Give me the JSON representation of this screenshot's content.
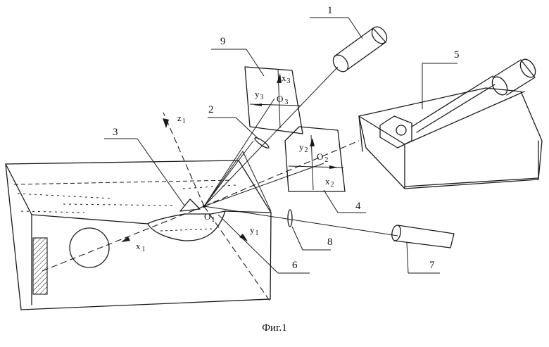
{
  "caption": "Фиг.1",
  "callouts": [
    "1",
    "2",
    "3",
    "4",
    "5",
    "6",
    "7",
    "8",
    "9"
  ],
  "axes": {
    "x1": {
      "base": "x",
      "sub": "1"
    },
    "y1": {
      "base": "y",
      "sub": "1"
    },
    "z1": {
      "base": "z",
      "sub": "1"
    },
    "O1": {
      "base": "O",
      "sub": "1"
    },
    "x2": {
      "base": "x",
      "sub": "2"
    },
    "y2": {
      "base": "y",
      "sub": "2"
    },
    "O2": {
      "base": "O",
      "sub": "2"
    },
    "x3": {
      "base": "x",
      "sub": "3"
    },
    "y3": {
      "base": "y",
      "sub": "3"
    },
    "O3": {
      "base": "O",
      "sub": "3"
    }
  }
}
